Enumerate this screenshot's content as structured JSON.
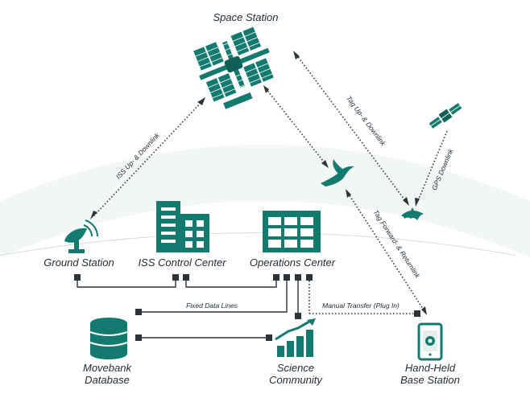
{
  "nodes": {
    "space_station": "Space Station",
    "ground_station": "Ground Station",
    "iss_control_center": "ISS Control Center",
    "operations_center": "Operations Center",
    "movebank_line1": "Movebank",
    "movebank_line2": "Database",
    "science_line1": "Science",
    "science_line2": "Community",
    "handheld_line1": "Hand-Held",
    "handheld_line2": "Base Station"
  },
  "links": {
    "iss_up_downlink": "ISS Up- & Downlink",
    "tag_up_downlink": "Tag Up- & Downlink",
    "gps_downlink": "GPS Downlink",
    "tag_forward_return": "Tag Forward- & Returnlink",
    "fixed_data_lines": "Fixed Data Lines",
    "manual_transfer": "Manual Transfer (Plug In)"
  },
  "colors": {
    "teal": "#127a6e",
    "dark": "#2b3438",
    "arc": "#cfd8dc",
    "glow": "#e6f1ee"
  }
}
